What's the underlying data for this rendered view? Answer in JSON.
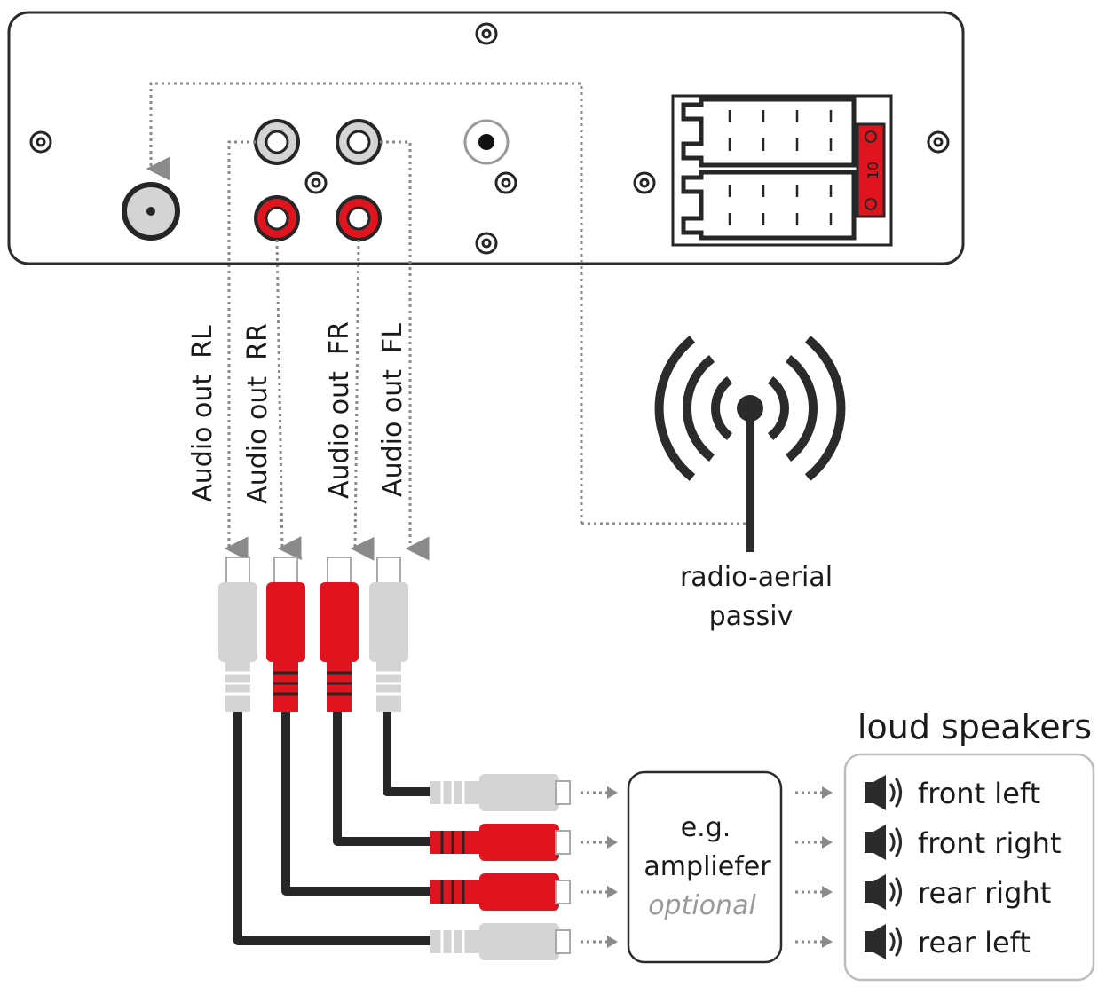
{
  "audio_outputs": [
    {
      "label": "Audio out",
      "channel": "RL",
      "color": "white"
    },
    {
      "label": "Audio out",
      "channel": "RR",
      "color": "red"
    },
    {
      "label": "Audio out",
      "channel": "FR",
      "color": "red"
    },
    {
      "label": "Audio out",
      "channel": "FL",
      "color": "white"
    }
  ],
  "antenna": {
    "line1": "radio-aerial",
    "line2": "passiv"
  },
  "connector": {
    "label": "10"
  },
  "amplifier": {
    "line1": "e.g.",
    "line2": "ampliefer",
    "line3": "optional"
  },
  "speakers": {
    "title": "loud speakers",
    "items": [
      "front left",
      "front right",
      "rear right",
      "rear left"
    ]
  },
  "colors": {
    "red": "#e0141e",
    "white": "#d4d4d4",
    "dark": "#262626",
    "dotted": "#8a8a8a"
  },
  "icons": [
    "screw-icon",
    "rca-jack-icon",
    "antenna-signal-icon",
    "speaker-icon",
    "arrow-icon"
  ]
}
